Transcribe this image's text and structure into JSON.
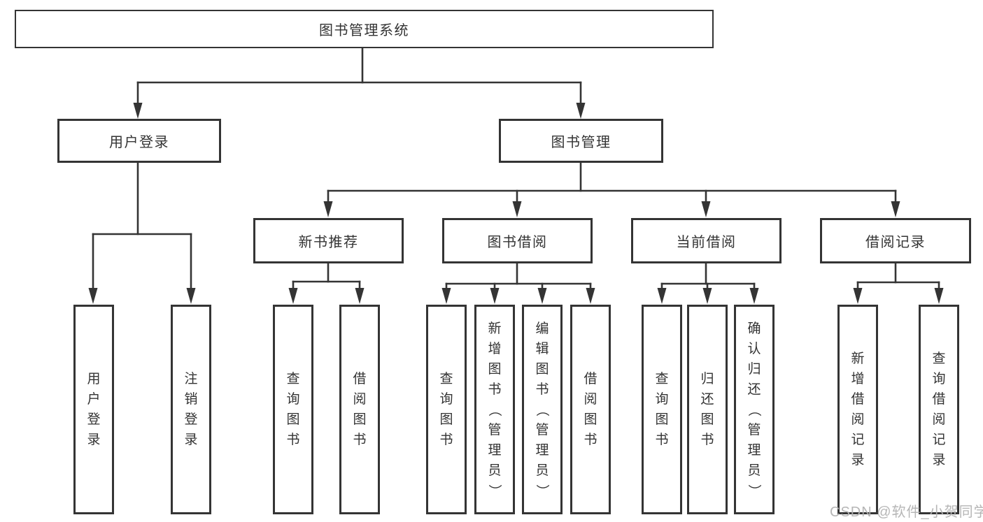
{
  "colors": {
    "line": "#343434",
    "box_border": "#343434",
    "text": "#333333",
    "background": "#ffffff",
    "watermark": "#b2b2b2"
  },
  "tree": {
    "root": {
      "label": "图书管理系统",
      "children": [
        {
          "label": "用户登录",
          "children": [
            {
              "label": "用户登录"
            },
            {
              "label": "注销登录"
            }
          ]
        },
        {
          "label": "图书管理",
          "children": [
            {
              "label": "新书推荐",
              "children": [
                {
                  "label": "查询图书"
                },
                {
                  "label": "借阅图书"
                }
              ]
            },
            {
              "label": "图书借阅",
              "children": [
                {
                  "label": "查询图书"
                },
                {
                  "label": "新增图书（管理员）"
                },
                {
                  "label": "编辑图书（管理员）"
                },
                {
                  "label": "借阅图书"
                }
              ]
            },
            {
              "label": "当前借阅",
              "children": [
                {
                  "label": "查询图书"
                },
                {
                  "label": "归还图书"
                },
                {
                  "label": "确认归还（管理员）"
                }
              ]
            },
            {
              "label": "借阅记录",
              "children": [
                {
                  "label": "新增借阅记录"
                },
                {
                  "label": "查询借阅记录"
                }
              ]
            }
          ]
        }
      ]
    }
  },
  "watermark": {
    "text": "CSDN @软件_小贺同学"
  }
}
